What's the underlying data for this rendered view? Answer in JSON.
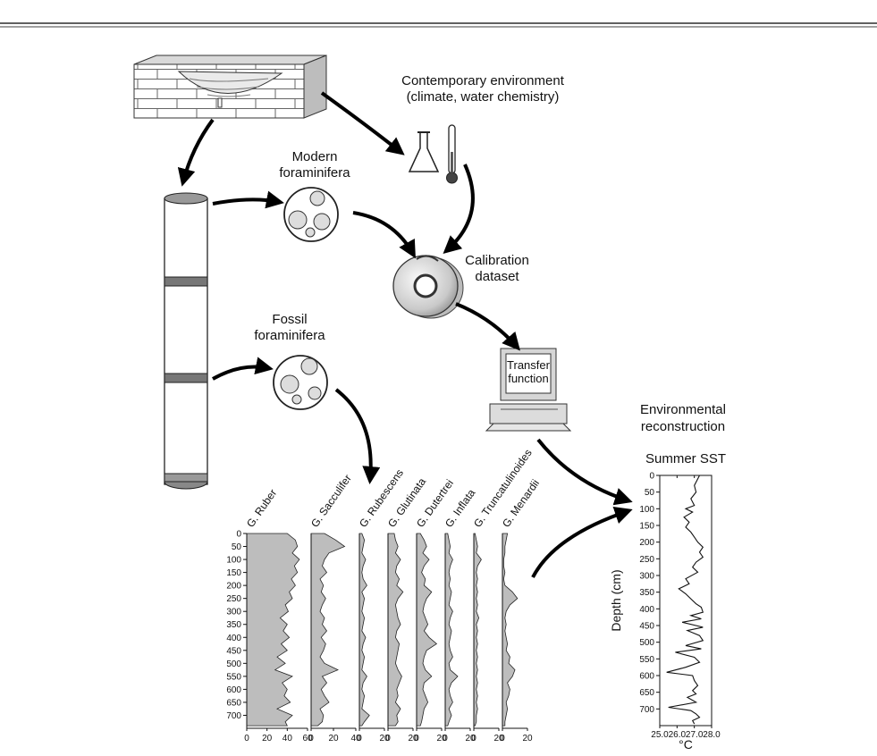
{
  "labels": {
    "contemporary_line1": "Contemporary environment",
    "contemporary_line2": "(climate, water chemistry)",
    "modern_line1": "Modern",
    "modern_line2": "foraminifera",
    "fossil_line1": "Fossil",
    "fossil_line2": "foraminifera",
    "calibration_line1": "Calibration",
    "calibration_line2": "dataset",
    "transfer_line1": "Transfer",
    "transfer_line2": "function",
    "envrecon_line1": "Environmental",
    "envrecon_line2": "reconstruction"
  },
  "icons": [
    "sediment-basin-icon",
    "flask-icon",
    "thermometer-icon",
    "sediment-core-icon",
    "foraminifera-sample-icon",
    "compact-disc-icon",
    "computer-icon"
  ],
  "chart_data": [
    {
      "type": "area",
      "ylim": [
        0,
        750
      ],
      "yticks": [
        0,
        50,
        100,
        150,
        200,
        250,
        300,
        350,
        400,
        450,
        500,
        550,
        600,
        650,
        700
      ],
      "depth": [
        0,
        25,
        50,
        75,
        100,
        125,
        150,
        175,
        200,
        225,
        250,
        275,
        300,
        325,
        350,
        375,
        400,
        425,
        450,
        475,
        500,
        525,
        550,
        575,
        600,
        625,
        650,
        675,
        700,
        725,
        740
      ],
      "series": [
        {
          "name": "G. Ruber",
          "xlim": [
            0,
            60
          ],
          "xticks": [
            0,
            20,
            40,
            60
          ],
          "values": [
            40,
            48,
            50,
            45,
            52,
            47,
            50,
            44,
            48,
            42,
            45,
            38,
            41,
            33,
            40,
            36,
            42,
            34,
            40,
            30,
            38,
            28,
            45,
            35,
            40,
            37,
            43,
            30,
            45,
            38,
            40
          ]
        },
        {
          "name": "G. Sacculifer",
          "xlim": [
            0,
            40
          ],
          "xticks": [
            0,
            20,
            40
          ],
          "values": [
            12,
            22,
            30,
            16,
            12,
            10,
            14,
            8,
            11,
            9,
            13,
            10,
            8,
            12,
            10,
            14,
            9,
            13,
            11,
            8,
            12,
            24,
            10,
            14,
            9,
            12,
            16,
            8,
            11,
            10,
            6
          ]
        },
        {
          "name": "G. Rubescens",
          "xlim": [
            0,
            20
          ],
          "xticks": [
            0,
            20
          ],
          "values": [
            2,
            4,
            3,
            2,
            5,
            3,
            2,
            3,
            6,
            2,
            4,
            3,
            2,
            4,
            3,
            2,
            5,
            3,
            2,
            4,
            3,
            2,
            6,
            3,
            2,
            4,
            3,
            2,
            8,
            4,
            2
          ]
        },
        {
          "name": "G. Glutinata",
          "xlim": [
            0,
            20
          ],
          "xticks": [
            0,
            20
          ],
          "values": [
            5,
            6,
            8,
            6,
            10,
            7,
            6,
            9,
            7,
            12,
            8,
            6,
            7,
            8,
            10,
            7,
            6,
            9,
            8,
            7,
            6,
            8,
            11,
            9,
            7,
            8,
            6,
            10,
            7,
            8,
            6
          ]
        },
        {
          "name": "G. Dutertrei",
          "xlim": [
            0,
            20
          ],
          "xticks": [
            0,
            20
          ],
          "values": [
            3,
            6,
            8,
            5,
            10,
            6,
            4,
            7,
            6,
            12,
            8,
            6,
            5,
            7,
            9,
            6,
            10,
            16,
            8,
            6,
            5,
            7,
            12,
            6,
            5,
            7,
            9,
            6,
            5,
            4,
            3
          ]
        },
        {
          "name": "G. Inflata",
          "xlim": [
            0,
            20
          ],
          "xticks": [
            0,
            20
          ],
          "values": [
            2,
            3,
            4,
            3,
            6,
            4,
            3,
            4,
            3,
            5,
            4,
            3,
            6,
            4,
            3,
            5,
            4,
            3,
            4,
            6,
            3,
            4,
            10,
            5,
            3,
            4,
            6,
            3,
            5,
            3,
            2
          ]
        },
        {
          "name": "G. Truncatulinoides",
          "xlim": [
            0,
            20
          ],
          "xticks": [
            0,
            20
          ],
          "values": [
            1,
            2,
            3,
            2,
            6,
            3,
            2,
            3,
            2,
            3,
            2,
            3,
            2,
            4,
            2,
            3,
            2,
            3,
            2,
            3,
            2,
            3,
            2,
            3,
            2,
            3,
            2,
            3,
            2,
            2,
            1
          ]
        },
        {
          "name": "G. Menardii",
          "xlim": [
            0,
            20
          ],
          "xticks": [
            0,
            20
          ],
          "values": [
            4,
            3,
            2,
            2,
            1,
            1,
            2,
            1,
            2,
            8,
            12,
            6,
            3,
            2,
            3,
            2,
            3,
            4,
            3,
            6,
            5,
            10,
            8,
            4,
            6,
            5,
            3,
            4,
            3,
            2,
            2
          ]
        }
      ]
    },
    {
      "type": "line",
      "title": "Summer SST",
      "ylabel": "Depth (cm)",
      "xlabel": "°C",
      "xlim": [
        25.0,
        28.0
      ],
      "xticks": [
        "25.0",
        "26.0",
        "27.0",
        "28.0"
      ],
      "ylim": [
        0,
        750
      ],
      "yticks": [
        0,
        50,
        100,
        150,
        200,
        250,
        300,
        350,
        400,
        450,
        500,
        550,
        600,
        650,
        700
      ],
      "x": [
        27.3,
        27.0,
        27.1,
        26.8,
        27.0,
        26.5,
        26.9,
        26.4,
        26.7,
        26.5,
        26.8,
        27.0,
        27.2,
        27.5,
        27.3,
        27.5,
        27.1,
        26.9,
        27.2,
        26.5,
        26.7,
        26.1,
        26.5,
        26.8,
        27.1,
        27.4,
        27.5,
        26.8,
        27.4,
        26.3,
        27.5,
        26.6,
        27.3,
        27.5,
        26.5,
        27.4,
        25.9,
        27.0,
        27.3,
        26.5,
        25.4,
        26.9,
        27.0,
        27.2,
        26.9,
        27.1,
        26.6,
        27.1,
        25.5,
        26.8,
        27.1,
        27.3,
        26.9,
        27.0
      ],
      "depth": [
        0,
        30,
        50,
        70,
        90,
        100,
        110,
        125,
        140,
        155,
        170,
        185,
        200,
        215,
        230,
        245,
        260,
        275,
        290,
        310,
        325,
        340,
        355,
        370,
        385,
        395,
        410,
        420,
        430,
        440,
        455,
        465,
        480,
        495,
        510,
        520,
        530,
        545,
        560,
        575,
        590,
        600,
        615,
        630,
        645,
        655,
        665,
        680,
        695,
        705,
        715,
        725,
        735,
        745
      ]
    }
  ]
}
